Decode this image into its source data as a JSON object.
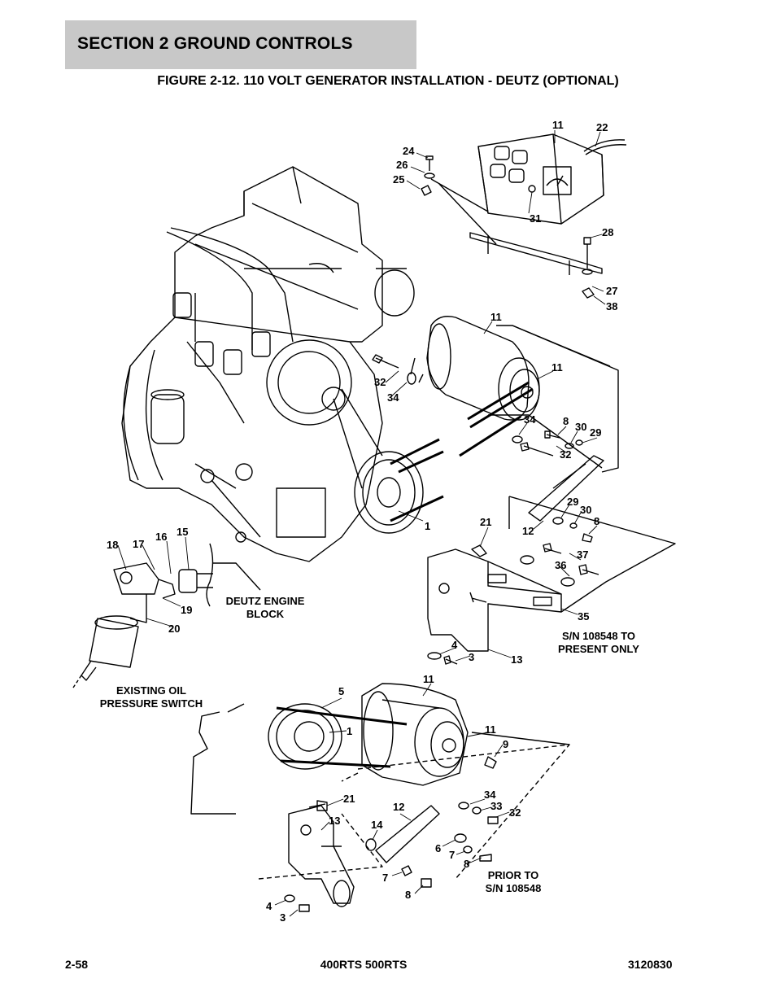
{
  "header": {
    "section_title": "SECTION 2   GROUND CONTROLS",
    "figure_title": "FIGURE 2-12. 110 VOLT GENERATOR INSTALLATION - DEUTZ (OPTIONAL)"
  },
  "notes": {
    "engine_block_1": "DEUTZ ENGINE",
    "engine_block_2": "BLOCK",
    "oil_switch_1": "EXISTING OIL",
    "oil_switch_2": "PRESSURE SWITCH",
    "sn_present_1": "S/N 108548 TO",
    "sn_present_2": "PRESENT ONLY",
    "prior_to_1": "PRIOR TO",
    "prior_to_2": "S/N 108548"
  },
  "callouts": [
    "11",
    "22",
    "24",
    "26",
    "25",
    "31",
    "28",
    "27",
    "38",
    "11",
    "11",
    "32",
    "34",
    "34",
    "8",
    "30",
    "29",
    "32",
    "29",
    "30",
    "8",
    "12",
    "21",
    "37",
    "36",
    "1",
    "35",
    "13",
    "4",
    "3",
    "18",
    "17",
    "16",
    "15",
    "19",
    "20",
    "11",
    "5",
    "1",
    "11",
    "9",
    "21",
    "13",
    "34",
    "33",
    "32",
    "12",
    "14",
    "6",
    "7",
    "8",
    "7",
    "8",
    "4",
    "3"
  ],
  "footer": {
    "page": "2-58",
    "model": "400RTS 500RTS",
    "doc_number": "3120830"
  }
}
